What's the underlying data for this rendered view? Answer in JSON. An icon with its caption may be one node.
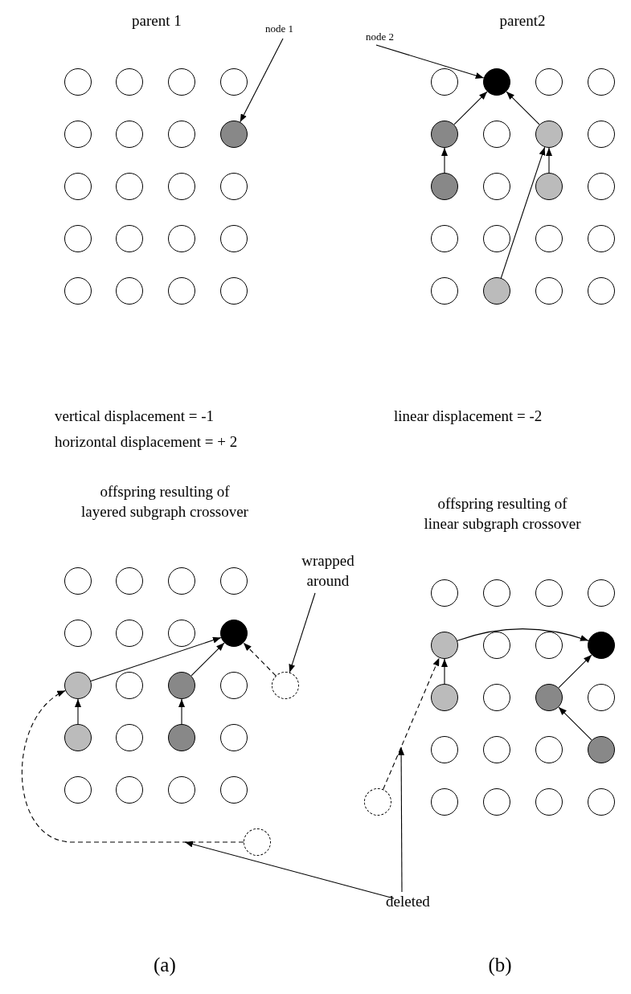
{
  "diagram": {
    "nodes": [
      {
        "text": [],
        "shape": "circle"
      },
      {
        "text": [],
        "shape": "circle"
      },
      {
        "text": [],
        "shape": "circle"
      },
      {
        "text": [],
        "shape": "circle"
      },
      {
        "text": [],
        "shape": "circle"
      },
      {
        "text": [],
        "shape": "circle"
      },
      {
        "text": [],
        "shape": "circle"
      },
      {
        "text": [],
        "shape": "circle"
      },
      {
        "text": [],
        "shape": "circle"
      },
      {
        "text": [],
        "shape": "circle"
      },
      {
        "text": [],
        "shape": "circle"
      },
      {
        "text": [],
        "shape": "circle"
      },
      {
        "text": [],
        "shape": "circle"
      },
      {
        "text": [],
        "shape": "circle"
      },
      {
        "text": [],
        "shape": "circle"
      },
      {
        "text": [],
        "shape": "circle"
      },
      {
        "text": [],
        "shape": "circle"
      },
      {
        "text": [],
        "shape": "circle"
      },
      {
        "text": [],
        "shape": "circle"
      },
      {
        "text": [],
        "shape": "circle"
      },
      {
        "text": [],
        "shape": "circle"
      },
      {
        "text": [],
        "shape": "circle"
      },
      {
        "text": [],
        "shape": "circle"
      },
      {
        "text": [],
        "shape": "circle"
      },
      {
        "text": [],
        "shape": "circle"
      },
      {
        "text": [],
        "shape": "circle"
      },
      {
        "text": [],
        "shape": "circle"
      },
      {
        "text": [],
        "shape": "circle"
      },
      {
        "text": [],
        "shape": "circle"
      },
      {
        "text": [],
        "shape": "circle"
      },
      {
        "text": [],
        "shape": "circle"
      },
      {
        "text": [],
        "shape": "circle"
      },
      {
        "text": [],
        "shape": "circle"
      },
      {
        "text": [],
        "shape": "circle"
      },
      {
        "text": [],
        "shape": "circle"
      },
      {
        "text": [],
        "shape": "circle"
      },
      {
        "text": [],
        "shape": "circle"
      },
      {
        "text": [],
        "shape": "circle"
      },
      {
        "text": [],
        "shape": "circle"
      },
      {
        "text": [],
        "shape": "circle"
      },
      {
        "text": [
          "node 1"
        ]
      },
      {
        "text": [
          "node 2"
        ]
      },
      {
        "text": [],
        "shape": "circle"
      },
      {
        "text": [],
        "shape": "circle"
      },
      {
        "text": [],
        "shape": "circle"
      },
      {
        "text": [],
        "shape": "circle"
      },
      {
        "text": [],
        "shape": "circle"
      },
      {
        "text": [],
        "shape": "circle"
      },
      {
        "text": [],
        "shape": "circle"
      },
      {
        "text": [],
        "shape": "circle"
      },
      {
        "text": [],
        "shape": "circle"
      },
      {
        "text": [],
        "shape": "circle"
      },
      {
        "text": [],
        "shape": "circle"
      },
      {
        "text": [],
        "shape": "circle"
      },
      {
        "text": [],
        "shape": "circle"
      },
      {
        "text": [],
        "shape": "circle"
      },
      {
        "text": [],
        "shape": "circle"
      },
      {
        "text": [],
        "shape": "circle"
      },
      {
        "text": [],
        "shape": "circle"
      },
      {
        "text": [],
        "shape": "circle"
      },
      {
        "text": [],
        "shape": "circle"
      },
      {
        "text": [],
        "shape": "circle"
      },
      {
        "text": [],
        "shape": "circle"
      },
      {
        "text": [],
        "shape": "circle"
      },
      {
        "text": [
          "wrapped around"
        ]
      },
      {
        "text": [],
        "shape": "circle"
      },
      {
        "text": [],
        "shape": "circle"
      },
      {
        "text": [],
        "shape": "circle"
      },
      {
        "text": [],
        "shape": "circle"
      },
      {
        "text": [],
        "shape": "circle"
      },
      {
        "text": [],
        "shape": "circle"
      },
      {
        "text": [],
        "shape": "circle"
      },
      {
        "text": [],
        "shape": "circle"
      },
      {
        "text": [],
        "shape": "circle"
      },
      {
        "text": [],
        "shape": "circle"
      },
      {
        "text": [],
        "shape": "circle"
      },
      {
        "text": [],
        "shape": "circle"
      },
      {
        "text": [],
        "shape": "circle"
      },
      {
        "text": [],
        "shape": "circle"
      },
      {
        "text": [],
        "shape": "circle"
      },
      {
        "text": [],
        "shape": "circle"
      },
      {
        "text": [],
        "shape": "circle"
      },
      {
        "text": [],
        "shape": "circle"
      },
      {
        "text": [],
        "shape": "circle"
      },
      {
        "text": [],
        "shape": "circle"
      },
      {
        "text": [],
        "shape": "circle"
      },
      {
        "text": [
          "deleted"
        ]
      }
    ],
    "edges": [
      {
        "from": 40,
        "to": 7,
        "arrow": "to"
      },
      {
        "from": 41,
        "to": 21,
        "arrow": "to"
      },
      {
        "from": 24,
        "to": 21,
        "arrow": "to"
      },
      {
        "from": 26,
        "to": 21,
        "arrow": "to"
      },
      {
        "from": 28,
        "to": 24,
        "arrow": "to"
      },
      {
        "from": 30,
        "to": 26,
        "arrow": "to"
      },
      {
        "from": 37,
        "to": 26,
        "arrow": "to"
      },
      {
        "from": 50,
        "to": 49,
        "arrow": "to"
      },
      {
        "from": 52,
        "to": 49,
        "arrow": "to"
      },
      {
        "from": 54,
        "to": 50,
        "arrow": "to"
      },
      {
        "from": 56,
        "to": 52,
        "arrow": "to"
      },
      {
        "from": 62,
        "to": 49,
        "arrow": "to",
        "style": "dashed"
      },
      {
        "from": 64,
        "to": 62,
        "arrow": "to"
      },
      {
        "from": 63,
        "to": 50,
        "arrow": "to",
        "style": "dashed"
      },
      {
        "from": 69,
        "to": 72,
        "arrow": "to"
      },
      {
        "from": 73,
        "to": 69,
        "arrow": "to"
      },
      {
        "from": 75,
        "to": 72,
        "arrow": "to"
      },
      {
        "from": 80,
        "to": 75,
        "arrow": "to"
      },
      {
        "from": 85,
        "to": 69,
        "arrow": "to",
        "style": "dashed"
      },
      {
        "from": 86,
        "to": null,
        "arrow": "to"
      },
      {
        "from": 86,
        "to": null,
        "arrow": "to"
      }
    ],
    "labels": [
      "parent 1",
      "parent2",
      "vertical displacement = -1",
      "linear displacement = -2",
      "horizontal displacement = + 2",
      "offspring resulting of layered subgraph crossover",
      "offspring resulting of linear subgraph crossover",
      "(a)",
      "(b)"
    ]
  }
}
